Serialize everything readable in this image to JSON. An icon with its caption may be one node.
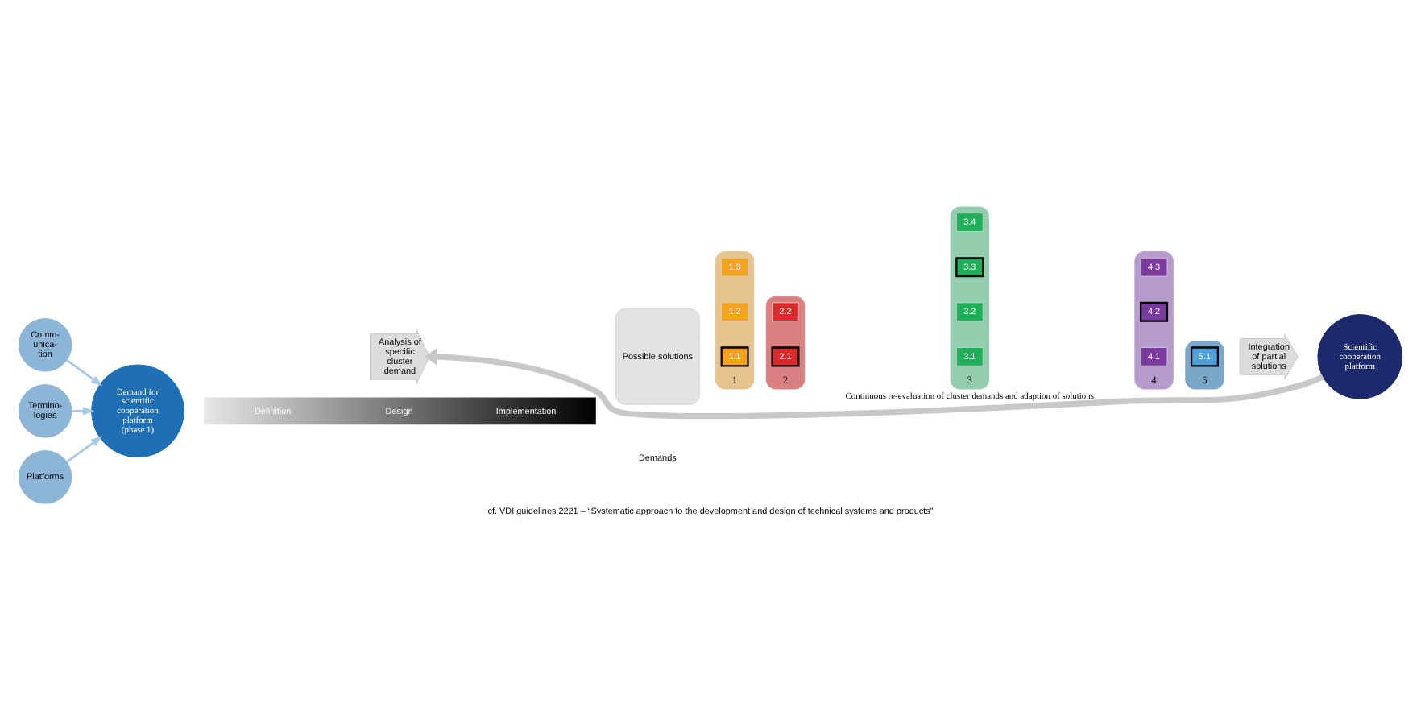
{
  "diagram": {
    "caption": "cf. VDI guidelines 2221 – “Systematic approach to the development and design of technical systems and products”",
    "nodes": [
      {
        "text": [
          "Comm- unica- tion"
        ]
      },
      {
        "text": [
          "Termino- logies"
        ]
      },
      {
        "text": [
          "Demand for scientific cooperation platform (phase 1)"
        ]
      },
      {
        "text": [
          "Analysis of specific cluster demand"
        ]
      },
      {
        "text": [
          "Possible solutions"
        ]
      },
      {
        "text": [
          "1"
        ]
      },
      {
        "text": [
          "1.1"
        ],
        "in": 5
      },
      {
        "text": [
          "1.2"
        ],
        "in": 5
      },
      {
        "text": [
          "1.3"
        ],
        "in": 5
      },
      {
        "text": [
          "2"
        ]
      },
      {
        "text": [
          "2.1"
        ],
        "in": 9
      },
      {
        "text": [
          "2.2"
        ],
        "in": 9
      },
      {
        "text": [
          "3"
        ]
      },
      {
        "text": [
          "3.1"
        ],
        "in": 12
      },
      {
        "text": [
          "3.2"
        ],
        "in": 12
      },
      {
        "text": [
          "3.3"
        ],
        "in": 12
      },
      {
        "text": [
          "3.4"
        ],
        "in": 12
      },
      {
        "text": [
          "4"
        ]
      },
      {
        "text": [
          "4.1"
        ],
        "in": 17
      },
      {
        "text": [
          "4.2"
        ],
        "in": 17
      },
      {
        "text": [
          "4.3"
        ],
        "in": 17
      },
      {
        "text": [
          "5"
        ]
      },
      {
        "text": [
          "5.1"
        ],
        "in": 21
      },
      {
        "text": [
          "Integration of partial solutions"
        ]
      },
      {
        "text": [
          "Scientific cooperation platform"
        ]
      },
      {
        "text": [
          "Platforms"
        ]
      },
      {
        "text": [
          "Definition",
          "Design",
          "Implementation"
        ]
      }
    ],
    "edges": [
      {
        "from": 0,
        "to": 2,
        "arrow": "to"
      },
      {
        "from": 1,
        "to": 2,
        "arrow": "to"
      },
      {
        "from": 25,
        "to": 2,
        "arrow": "to"
      },
      {
        "from": 24,
        "to": 3,
        "arrow": "to",
        "label": "Continuous re-evaluation of cluster demands and adaption of solutions",
        "style": "thick",
        "color": "#c8c8c8"
      }
    ],
    "labels": [
      "Demands"
    ]
  }
}
